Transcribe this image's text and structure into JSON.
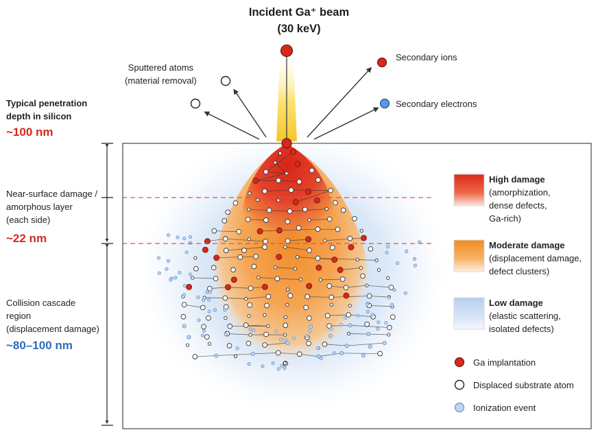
{
  "title": {
    "line1": "Incident Ga⁺ beam",
    "line2": "(30 keV)"
  },
  "emissions": {
    "sputtered": "Sputtered atoms\n(material removal)",
    "secondary_ions": "Secondary ions",
    "secondary_electrons": "Secondary electrons"
  },
  "left": {
    "penetration_label": "Typical penetration\ndepth in silicon",
    "penetration_value": "~100 nm",
    "surface_label": "Near-surface damage /\namorphous layer\n(each side)",
    "surface_value": "~22 nm",
    "cascade_label": "Collision cascade\nregion\n(displacement damage)",
    "cascade_value": "~80–100 nm"
  },
  "legend": {
    "high_title": "High damage",
    "high_desc": "(amorphization,\ndense defects,\nGa-rich)",
    "moderate_title": "Moderate damage",
    "moderate_desc": "(displacement damage,\ndefect clusters)",
    "low_title": "Low damage",
    "low_desc": "(elastic scattering,\nisolated defects)",
    "ga": "Ga implantation",
    "displaced": "Displaced substrate atom",
    "ionization": "Ionization event"
  },
  "colors": {
    "ga": "#d32a1c",
    "high": "#e23b22",
    "moderate": "#f5a24a",
    "low": "#c3d8f2",
    "beam": "#f7d64a",
    "electron": "#5a9be0",
    "dashed": "#e05050",
    "value_red": "#d32a1c",
    "value_blue": "#2a6dbd"
  }
}
